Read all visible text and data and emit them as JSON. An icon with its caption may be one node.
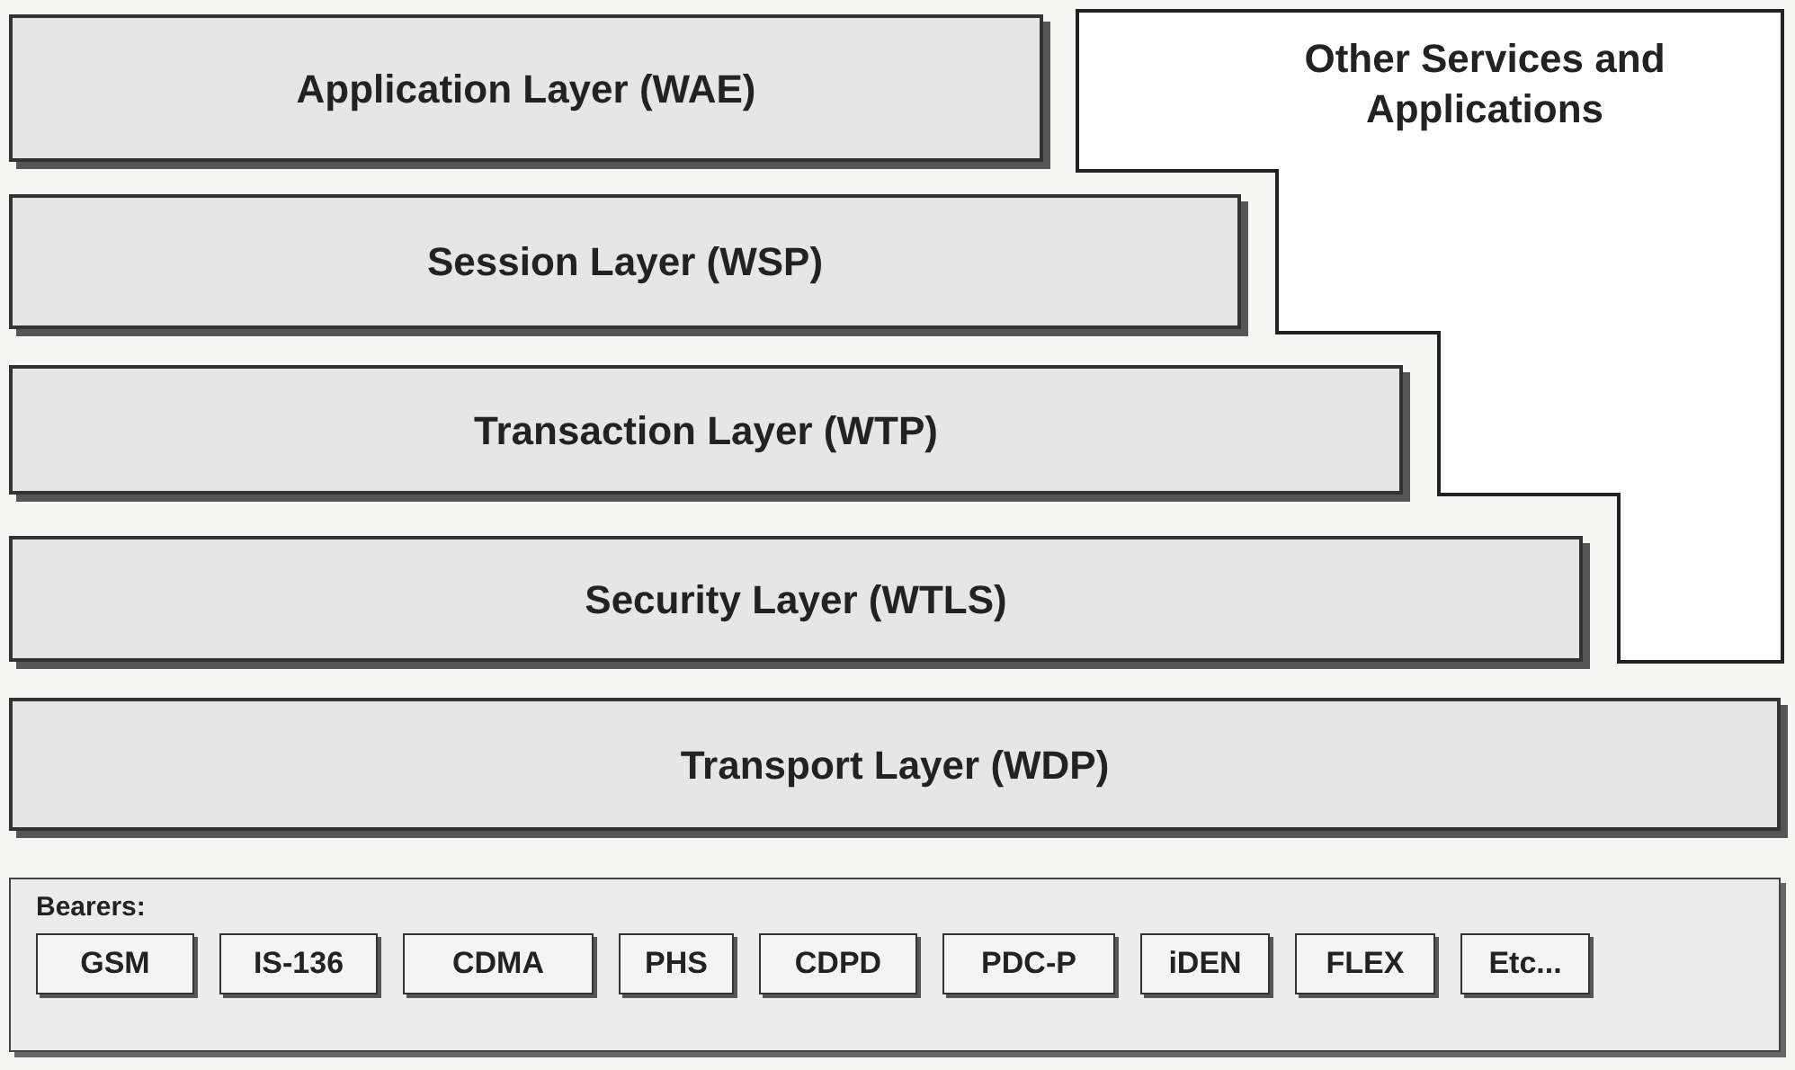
{
  "diagram": {
    "nodes": [
      {
        "text": [
          "Application Layer (WAE)"
        ]
      },
      {
        "text": [
          "Other Services and Applications"
        ]
      },
      {
        "text": [
          "Session Layer (WSP)"
        ]
      },
      {
        "text": [
          "Transaction Layer (WTP)"
        ]
      },
      {
        "text": [
          "Security Layer (WTLS)"
        ]
      },
      {
        "text": [
          "Transport Layer (WDP)"
        ]
      },
      {
        "text": [
          "Bearers:"
        ]
      },
      {
        "text": [
          "GSM"
        ],
        "in": 6
      },
      {
        "text": [
          "IS-136"
        ],
        "in": 6
      },
      {
        "text": [
          "CDMA"
        ],
        "in": 6
      },
      {
        "text": [
          "PHS"
        ],
        "in": 6
      },
      {
        "text": [
          "CDPD"
        ],
        "in": 6
      },
      {
        "text": [
          "PDC-P"
        ],
        "in": 6
      },
      {
        "text": [
          "iDEN"
        ],
        "in": 6
      },
      {
        "text": [
          "FLEX"
        ],
        "in": 6
      },
      {
        "text": [
          "Etc..."
        ],
        "in": 6
      }
    ]
  }
}
